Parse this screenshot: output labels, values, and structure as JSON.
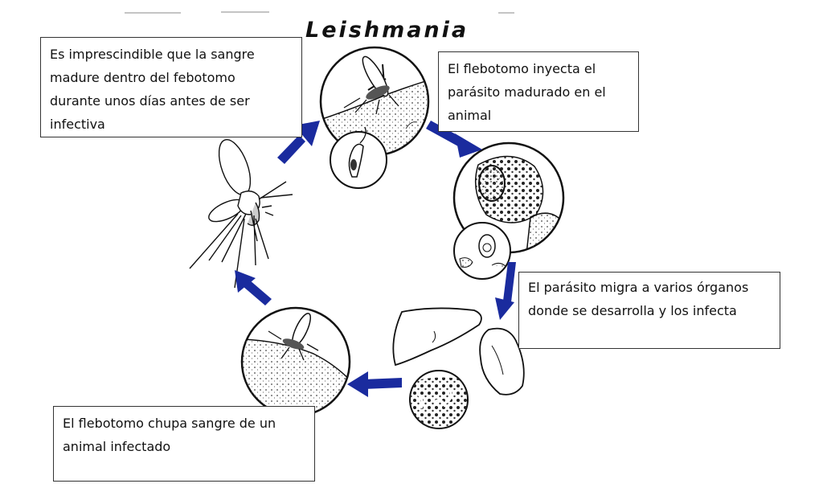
{
  "title": "Leishmania",
  "colors": {
    "arrow": "#1a2b9e",
    "ink": "#111111",
    "box_border": "#333333"
  },
  "steps": [
    {
      "lines": [
        "Es imprescindible que la sangre",
        "madure dentro del febotomo",
        "durante unos días antes de ser",
        "infectiva"
      ]
    },
    {
      "lines": [
        "El flebotomo inyecta el",
        "parásito madurado en el",
        "animal"
      ]
    },
    {
      "lines": [
        "El parásito migra a varios órganos",
        "donde se desarrolla y los infecta"
      ]
    },
    {
      "lines": [
        "El flebotomo chupa sangre de un",
        "animal infectado"
      ]
    }
  ]
}
